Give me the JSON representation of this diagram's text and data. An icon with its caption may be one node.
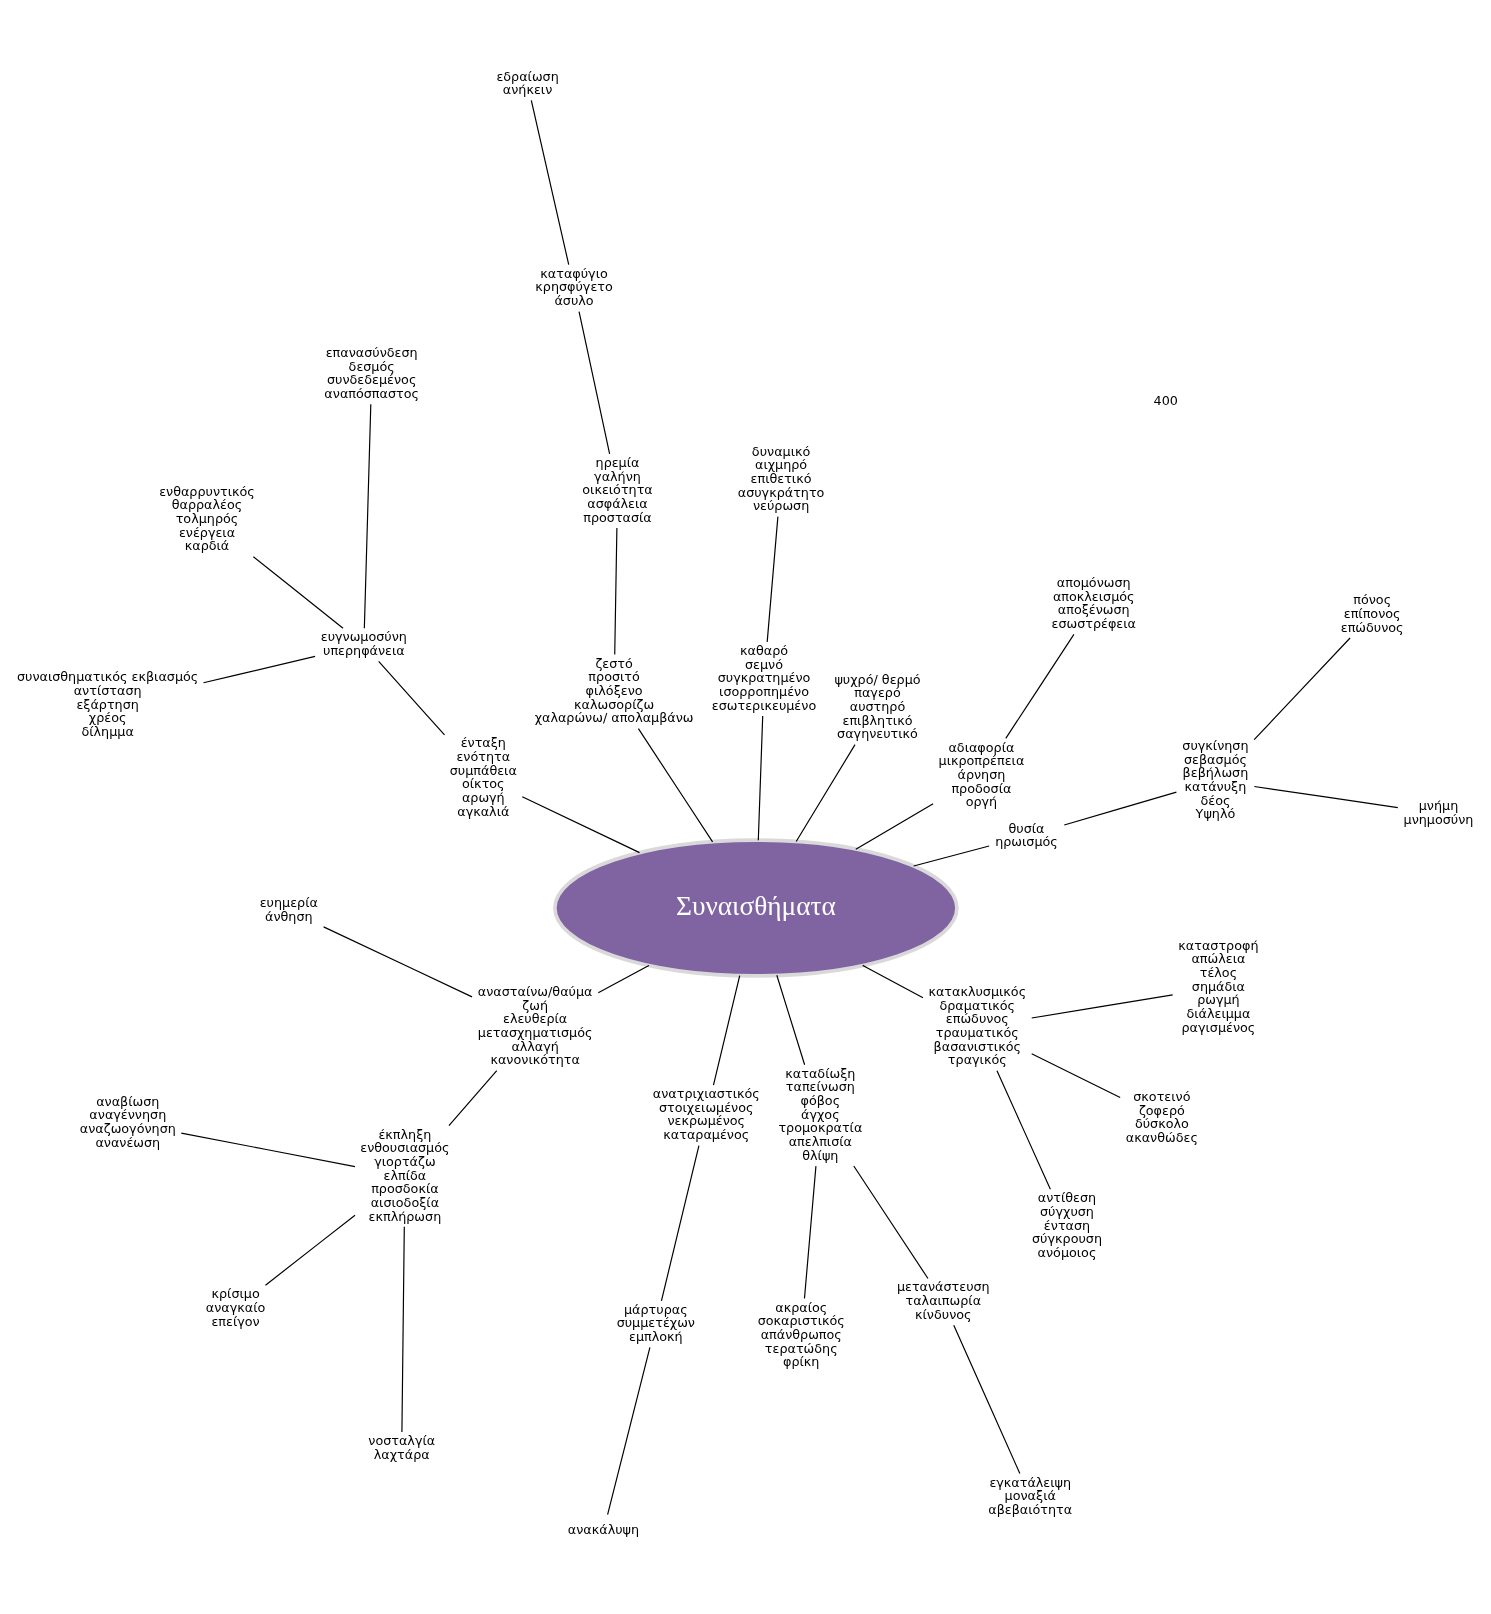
{
  "diagram": {
    "nodes": [
      {
        "text": [
          "Συναισθήματα"
        ]
      },
      {
        "text": [
          "μνήμη",
          "μνημοσύνη"
        ]
      },
      {
        "text": [
          "συγκίνηση",
          "σεβασμός",
          "βεβήλωση",
          "κατάνυξη",
          "δέος",
          "Υψηλό"
        ]
      },
      {
        "text": [
          "θυσία",
          "ηρωισμός"
        ]
      },
      {
        "text": [
          "πόνος",
          "επίπονος",
          "επώδυνος"
        ]
      },
      {
        "text": [
          "αδιαφορία",
          "μικροπρέπεια",
          "άρνηση",
          "προδοσία",
          "οργή"
        ]
      },
      {
        "text": [
          "απομόνωση",
          "αποκλεισμός",
          "αποξένωση",
          "εσωστρέφεια"
        ]
      },
      {
        "text": [
          "ψυχρό/ θερμό",
          "παγερό",
          "αυστηρό",
          "επιβλητικό",
          "σαγηνευτικό"
        ]
      },
      {
        "text": [
          "καθαρό",
          "σεμνό",
          "συγκρατημένο",
          "ισορροπημένο",
          "εσωτερικευμένο"
        ]
      },
      {
        "text": [
          "δυναμικό",
          "αιχμηρό",
          "επιθετικό",
          "ασυγκράτητο",
          "νεύρωση"
        ]
      },
      {
        "text": [
          "ζεστό",
          "προσιτό",
          "φιλόξενο",
          "καλωσορίζω",
          "χαλαρώνω/ απολαμβάνω"
        ]
      },
      {
        "text": [
          "ηρεμία",
          "γαλήνη",
          "οικειότητα",
          "ασφάλεια",
          "προστασία"
        ]
      },
      {
        "text": [
          "καταφύγιο",
          "κρησφύγετο",
          "άσυλο"
        ]
      },
      {
        "text": [
          "εδραίωση",
          "ανήκειν"
        ]
      },
      {
        "text": [
          "ένταξη",
          "ενότητα",
          "συμπάθεια",
          "οίκτος",
          "αρωγή",
          "αγκαλιά"
        ]
      },
      {
        "text": [
          "ευγνωμοσύνη",
          "υπερηφάνεια"
        ]
      },
      {
        "text": [
          "επανασύνδεση",
          "δεσμός",
          "συνδεδεμένος",
          "αναπόσπαστος"
        ]
      },
      {
        "text": [
          "ενθαρρυντικός",
          "θαρραλέος",
          "τολμηρός",
          "ενέργεια",
          "καρδιά"
        ]
      },
      {
        "text": [
          "συναισθηματικός εκβιασμός",
          "αντίσταση",
          "εξάρτηση",
          "χρέος",
          "δίλημμα"
        ]
      },
      {
        "text": [
          "ανασταίνω/θαύμα",
          "ζωή",
          "ελευθερία",
          "μετασχηματισμός",
          "αλλαγή",
          "κανονικότητα"
        ]
      },
      {
        "text": [
          "ευημερία",
          "άνθηση"
        ]
      },
      {
        "text": [
          "έκπληξη",
          "ενθουσιασμός",
          "γιορτάζω",
          "ελπίδα",
          "προσδοκία",
          "αισιοδοξία",
          "εκπλήρωση"
        ]
      },
      {
        "text": [
          "αναβίωση",
          "αναγέννηση",
          "αναζωογόνηση",
          "ανανέωση"
        ]
      },
      {
        "text": [
          "κρίσιμο",
          "αναγκαίο",
          "επείγον"
        ]
      },
      {
        "text": [
          "νοσταλγία",
          "λαχτάρα"
        ]
      },
      {
        "text": [
          "ανατριχιαστικός",
          "στοιχειωμένος",
          "νεκρωμένος",
          "καταραμένος"
        ]
      },
      {
        "text": [
          "καταδίωξη",
          "ταπείνωση",
          "φόβος",
          "άγχος",
          "τρομοκρατία",
          "απελπισία",
          "θλίψη"
        ]
      },
      {
        "text": [
          "ακραίος",
          "σοκαριστικός",
          "απάνθρωπος",
          "τερατώδης",
          "φρίκη"
        ]
      },
      {
        "text": [
          "μετανάστευση",
          "ταλαιπωρία",
          "κίνδυνος"
        ]
      },
      {
        "text": [
          "εγκατάλειψη",
          "μοναξιά",
          "αβεβαιότητα"
        ]
      },
      {
        "text": [
          "αντίθεση",
          "σύγχυση",
          "ένταση",
          "σύγκρουση",
          "ανόμοιος"
        ]
      },
      {
        "text": [
          "σκοτεινό",
          "ζοφερό",
          "δύσκολο",
          "ακανθώδες"
        ]
      },
      {
        "text": [
          "κατακλυσμικός",
          "δραματικός",
          "επώδυνος",
          "τραυματικός",
          "βασανιστικός",
          "τραγικός"
        ]
      },
      {
        "text": [
          "καταστροφή",
          "απώλεια",
          "τέλος",
          "σημάδια",
          "ρωγμή",
          "διάλειμμα",
          "ραγισμένος"
        ]
      },
      {
        "text": [
          "μάρτυρας",
          "συμμετέχων",
          "εμπλοκή"
        ]
      },
      {
        "text": [
          "ανακάλυψη"
        ]
      }
    ],
    "edges": [
      {
        "from": 0,
        "to": 3,
        "arrow": "none"
      },
      {
        "from": 3,
        "to": 2,
        "arrow": "none"
      },
      {
        "from": 2,
        "to": 1,
        "arrow": "none"
      },
      {
        "from": 2,
        "to": 4,
        "arrow": "none"
      },
      {
        "from": 0,
        "to": 5,
        "arrow": "none"
      },
      {
        "from": 5,
        "to": 6,
        "arrow": "none"
      },
      {
        "from": 0,
        "to": 7,
        "arrow": "none"
      },
      {
        "from": 0,
        "to": 8,
        "arrow": "none"
      },
      {
        "from": 8,
        "to": 9,
        "arrow": "none"
      },
      {
        "from": 0,
        "to": 10,
        "arrow": "none"
      },
      {
        "from": 10,
        "to": 11,
        "arrow": "none"
      },
      {
        "from": 11,
        "to": 12,
        "arrow": "none"
      },
      {
        "from": 12,
        "to": 13,
        "arrow": "none"
      },
      {
        "from": 0,
        "to": 14,
        "arrow": "none"
      },
      {
        "from": 14,
        "to": 15,
        "arrow": "none"
      },
      {
        "from": 15,
        "to": 16,
        "arrow": "none"
      },
      {
        "from": 15,
        "to": 17,
        "arrow": "none"
      },
      {
        "from": 15,
        "to": 18,
        "arrow": "none"
      },
      {
        "from": 0,
        "to": 19,
        "arrow": "none"
      },
      {
        "from": 19,
        "to": 20,
        "arrow": "none"
      },
      {
        "from": 19,
        "to": 21,
        "arrow": "none"
      },
      {
        "from": 21,
        "to": 22,
        "arrow": "none"
      },
      {
        "from": 21,
        "to": 23,
        "arrow": "none"
      },
      {
        "from": 21,
        "to": 24,
        "arrow": "none"
      },
      {
        "from": 0,
        "to": 25,
        "arrow": "none"
      },
      {
        "from": 0,
        "to": 26,
        "arrow": "none"
      },
      {
        "from": 26,
        "to": 27,
        "arrow": "none"
      },
      {
        "from": 26,
        "to": 28,
        "arrow": "none"
      },
      {
        "from": 28,
        "to": 29,
        "arrow": "none"
      },
      {
        "from": 0,
        "to": 32,
        "arrow": "none"
      },
      {
        "from": 32,
        "to": 30,
        "arrow": "none"
      },
      {
        "from": 32,
        "to": 31,
        "arrow": "none"
      },
      {
        "from": 32,
        "to": 33,
        "arrow": "none"
      },
      {
        "from": 25,
        "to": 34,
        "arrow": "none"
      },
      {
        "from": 34,
        "to": 35,
        "arrow": "none"
      }
    ],
    "labels": [
      "400"
    ]
  }
}
